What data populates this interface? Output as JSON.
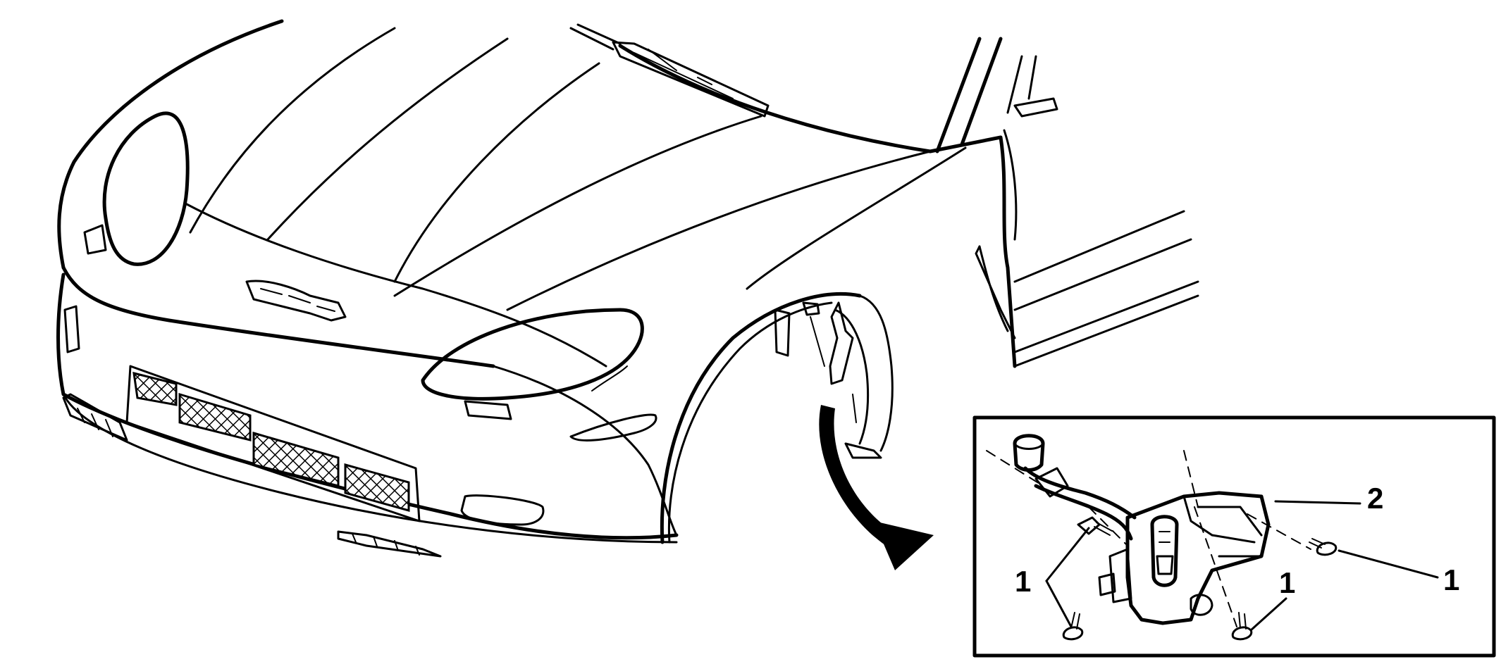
{
  "callouts": [
    {
      "label": "1"
    },
    {
      "label": "1"
    },
    {
      "label": "1"
    },
    {
      "label": "2"
    }
  ],
  "colors": {
    "line": "#000000",
    "background": "#ffffff"
  }
}
